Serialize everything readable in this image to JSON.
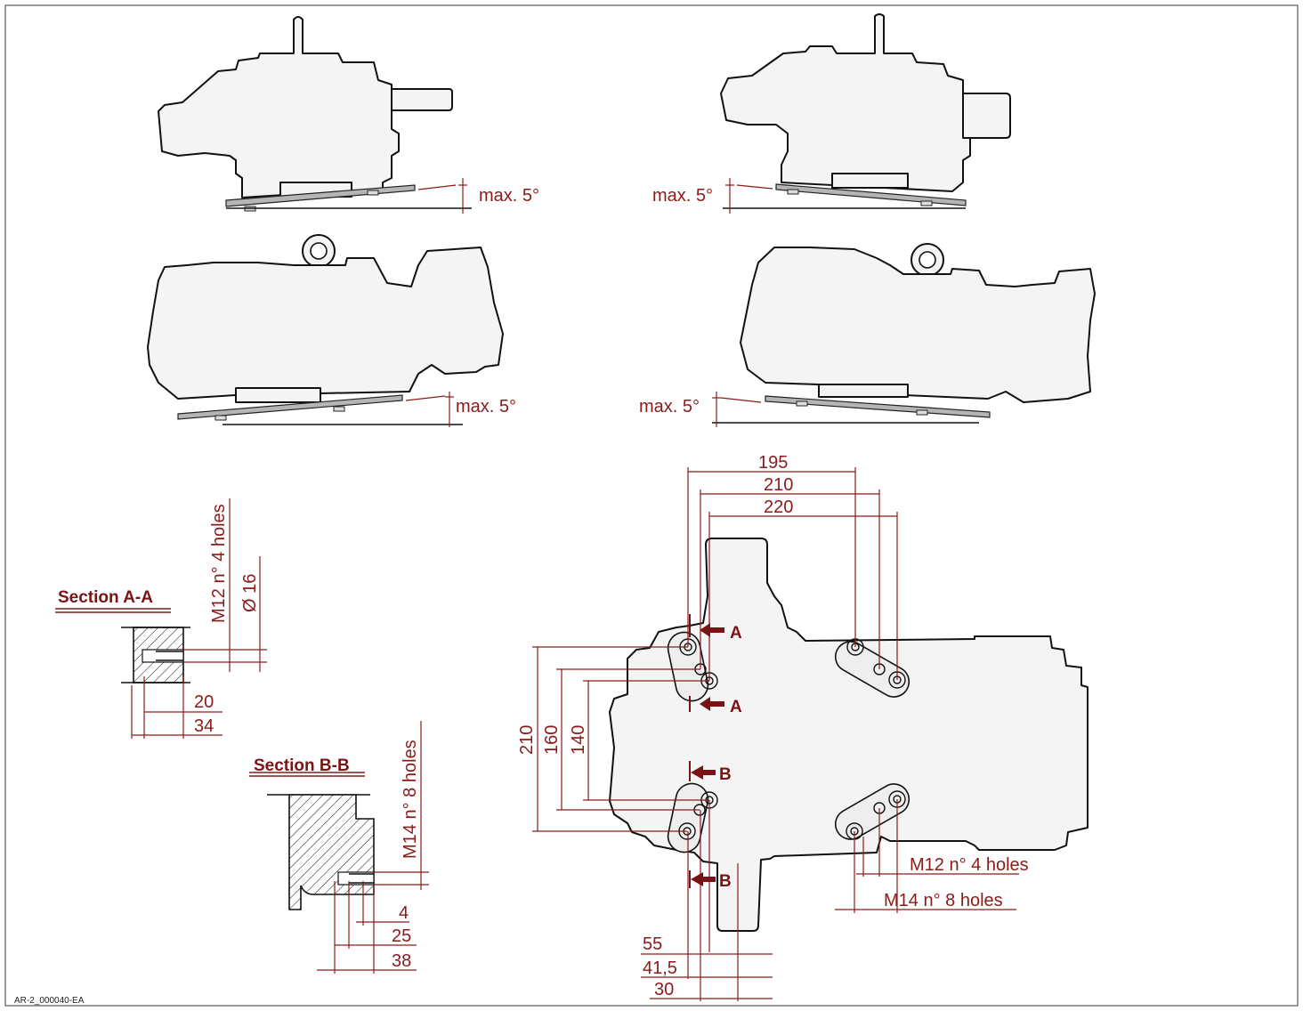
{
  "tilt": {
    "top_left": "max. 5°",
    "top_right": "max. 5°",
    "mid_left": "max. 5°",
    "mid_right": "max. 5°"
  },
  "section_a": {
    "title": "Section A-A",
    "thread": "M12 n° 4 holes",
    "bore": "Ø 16",
    "depth_inner": "20",
    "depth_outer": "34"
  },
  "section_b": {
    "title": "Section B-B",
    "thread": "M14 n° 8 holes",
    "d1": "4",
    "d2": "25",
    "d3": "38"
  },
  "plan": {
    "h1": "195",
    "h2": "210",
    "h3": "220",
    "v1": "210",
    "v2": "160",
    "v3": "140",
    "b1": "55",
    "b2": "41,5",
    "b3": "30",
    "holes_m12": "M12 n° 4 holes",
    "holes_m14": "M14 n° 8 holes",
    "cut_a": "A",
    "cut_b": "B"
  },
  "drawing_id": "AR-2_000040-EA"
}
